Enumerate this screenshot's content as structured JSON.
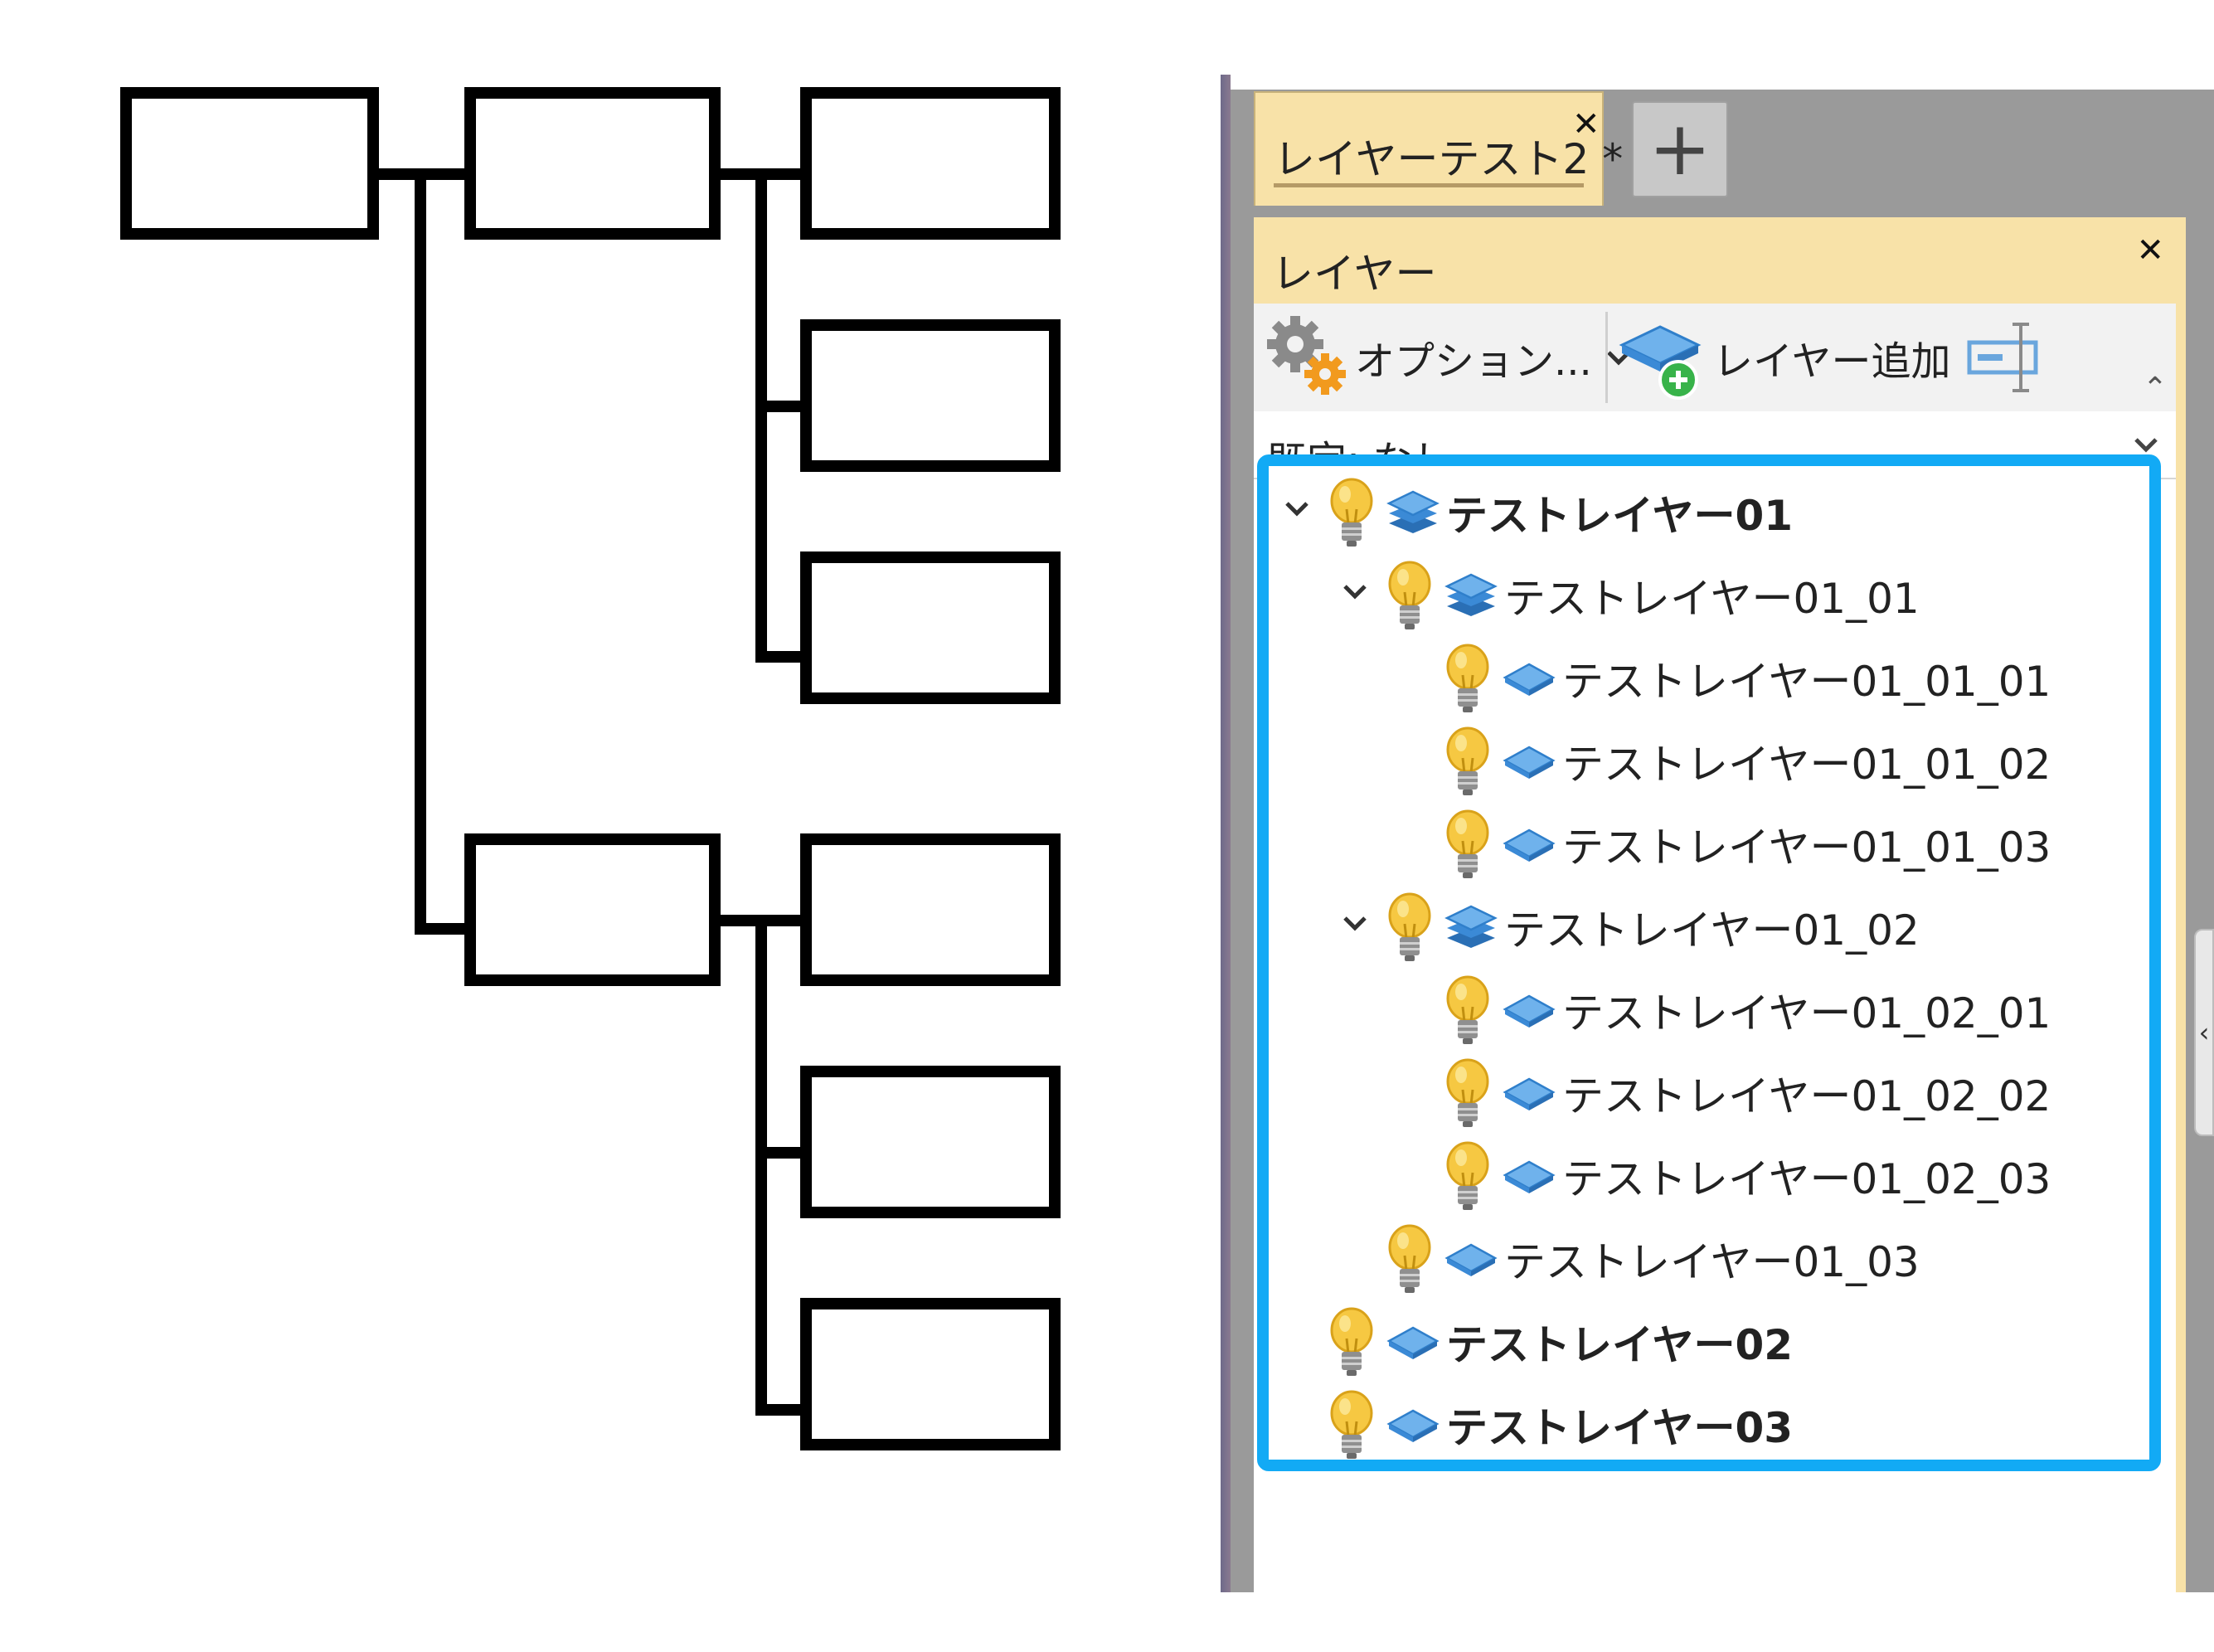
{
  "colors": {
    "highlight_border": "#12aaf5",
    "tab_bg": "#f8e2a8",
    "panel_bg": "#9a9a9a",
    "diagram_stroke": "#000000"
  },
  "document_tab": {
    "title": "レイヤーテスト2 *",
    "close_icon": "close-icon"
  },
  "new_tab_button": {
    "icon": "plus-icon"
  },
  "layers_pane": {
    "title": "レイヤー",
    "close_icon": "close-icon",
    "toolbar": {
      "options_label": "オプション...",
      "add_layer_label": "レイヤー追加"
    },
    "preset_label": "既定: なし"
  },
  "tree": [
    {
      "label": "テストレイヤー01",
      "level": 0,
      "expanded": true,
      "group": true,
      "bold": true
    },
    {
      "label": "テストレイヤー01_01",
      "level": 1,
      "expanded": true,
      "group": true,
      "bold": false
    },
    {
      "label": "テストレイヤー01_01_01",
      "level": 2,
      "group": false,
      "bold": false
    },
    {
      "label": "テストレイヤー01_01_02",
      "level": 2,
      "group": false,
      "bold": false
    },
    {
      "label": "テストレイヤー01_01_03",
      "level": 2,
      "group": false,
      "bold": false
    },
    {
      "label": "テストレイヤー01_02",
      "level": 1,
      "expanded": true,
      "group": true,
      "bold": false
    },
    {
      "label": "テストレイヤー01_02_01",
      "level": 2,
      "group": false,
      "bold": false
    },
    {
      "label": "テストレイヤー01_02_02",
      "level": 2,
      "group": false,
      "bold": false
    },
    {
      "label": "テストレイヤー01_02_03",
      "level": 2,
      "group": false,
      "bold": false
    },
    {
      "label": "テストレイヤー01_03",
      "level": 1,
      "group": false,
      "bold": false
    },
    {
      "label": "テストレイヤー02",
      "level": 0,
      "group": false,
      "bold": true
    },
    {
      "label": "テストレイヤー03",
      "level": 0,
      "group": false,
      "bold": true
    }
  ]
}
